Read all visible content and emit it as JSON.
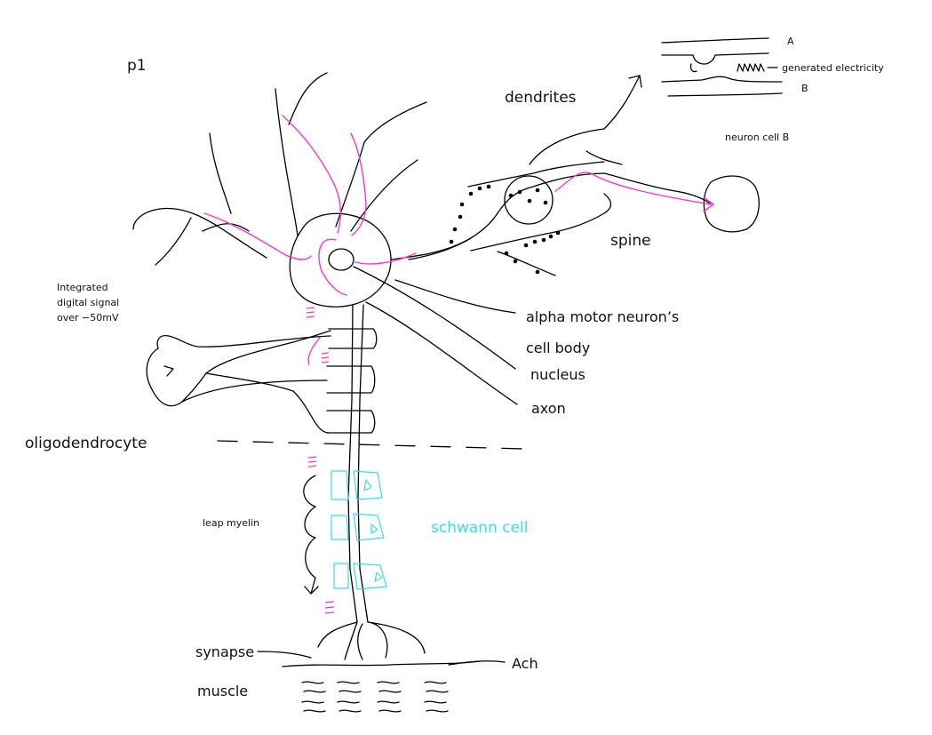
{
  "labels": {
    "page_id": "p1",
    "dendrites": "dendrites",
    "spine": "spine",
    "alpha_motor_neuron": "alpha motor neuron’s",
    "cell_body": "cell body",
    "nucleus": "nucleus",
    "axon": "axon",
    "oligodendrocyte": "oligodendrocyte",
    "integrated_line1": "Integrated",
    "integrated_line2": "digital signal",
    "integrated_line3": "over −50mV",
    "leap_myelin": "leap myelin",
    "schwann_cell": "schwann cell",
    "synapse": "synapse",
    "muscle": "muscle",
    "ach": "Ach",
    "neuron_cell_b": "neuron cell B",
    "inset_a": "A",
    "inset_b": "B",
    "generated_electricity": "generated electricity"
  },
  "colors": {
    "ink": "#000000",
    "signal_path": "#ff33cc",
    "schwann": "#33e0f0"
  }
}
